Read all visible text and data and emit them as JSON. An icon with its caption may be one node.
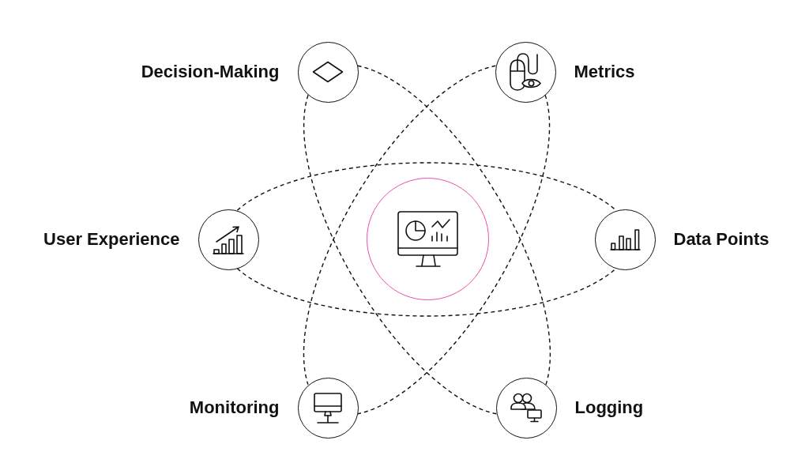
{
  "diagram": {
    "nodes": [
      {
        "text": [],
        "shape": "circle",
        "beside": [
          "Decision-Making"
        ]
      },
      {
        "text": [],
        "shape": "circle",
        "beside": [
          "Metrics"
        ]
      },
      {
        "text": [],
        "shape": "circle",
        "beside": [
          "User Experience"
        ]
      },
      {
        "text": [],
        "shape": "circle"
      },
      {
        "text": [],
        "shape": "circle",
        "beside": [
          "Data Points"
        ]
      },
      {
        "text": [],
        "shape": "circle",
        "beside": [
          "Monitoring"
        ]
      },
      {
        "text": [],
        "shape": "circle",
        "beside": [
          "Logging"
        ]
      }
    ],
    "edges": [
      {
        "from": 2,
        "to": 4,
        "arrow": "none",
        "style": "dashed"
      },
      {
        "from": 2,
        "to": 4,
        "arrow": "none",
        "style": "dashed"
      },
      {
        "from": 0,
        "to": 6,
        "arrow": "none",
        "style": "dashed"
      },
      {
        "from": 0,
        "to": 6,
        "arrow": "none",
        "style": "dashed"
      },
      {
        "from": 1,
        "to": 5,
        "arrow": "none",
        "style": "dashed"
      },
      {
        "from": 1,
        "to": 5,
        "arrow": "none",
        "style": "dashed"
      }
    ]
  }
}
